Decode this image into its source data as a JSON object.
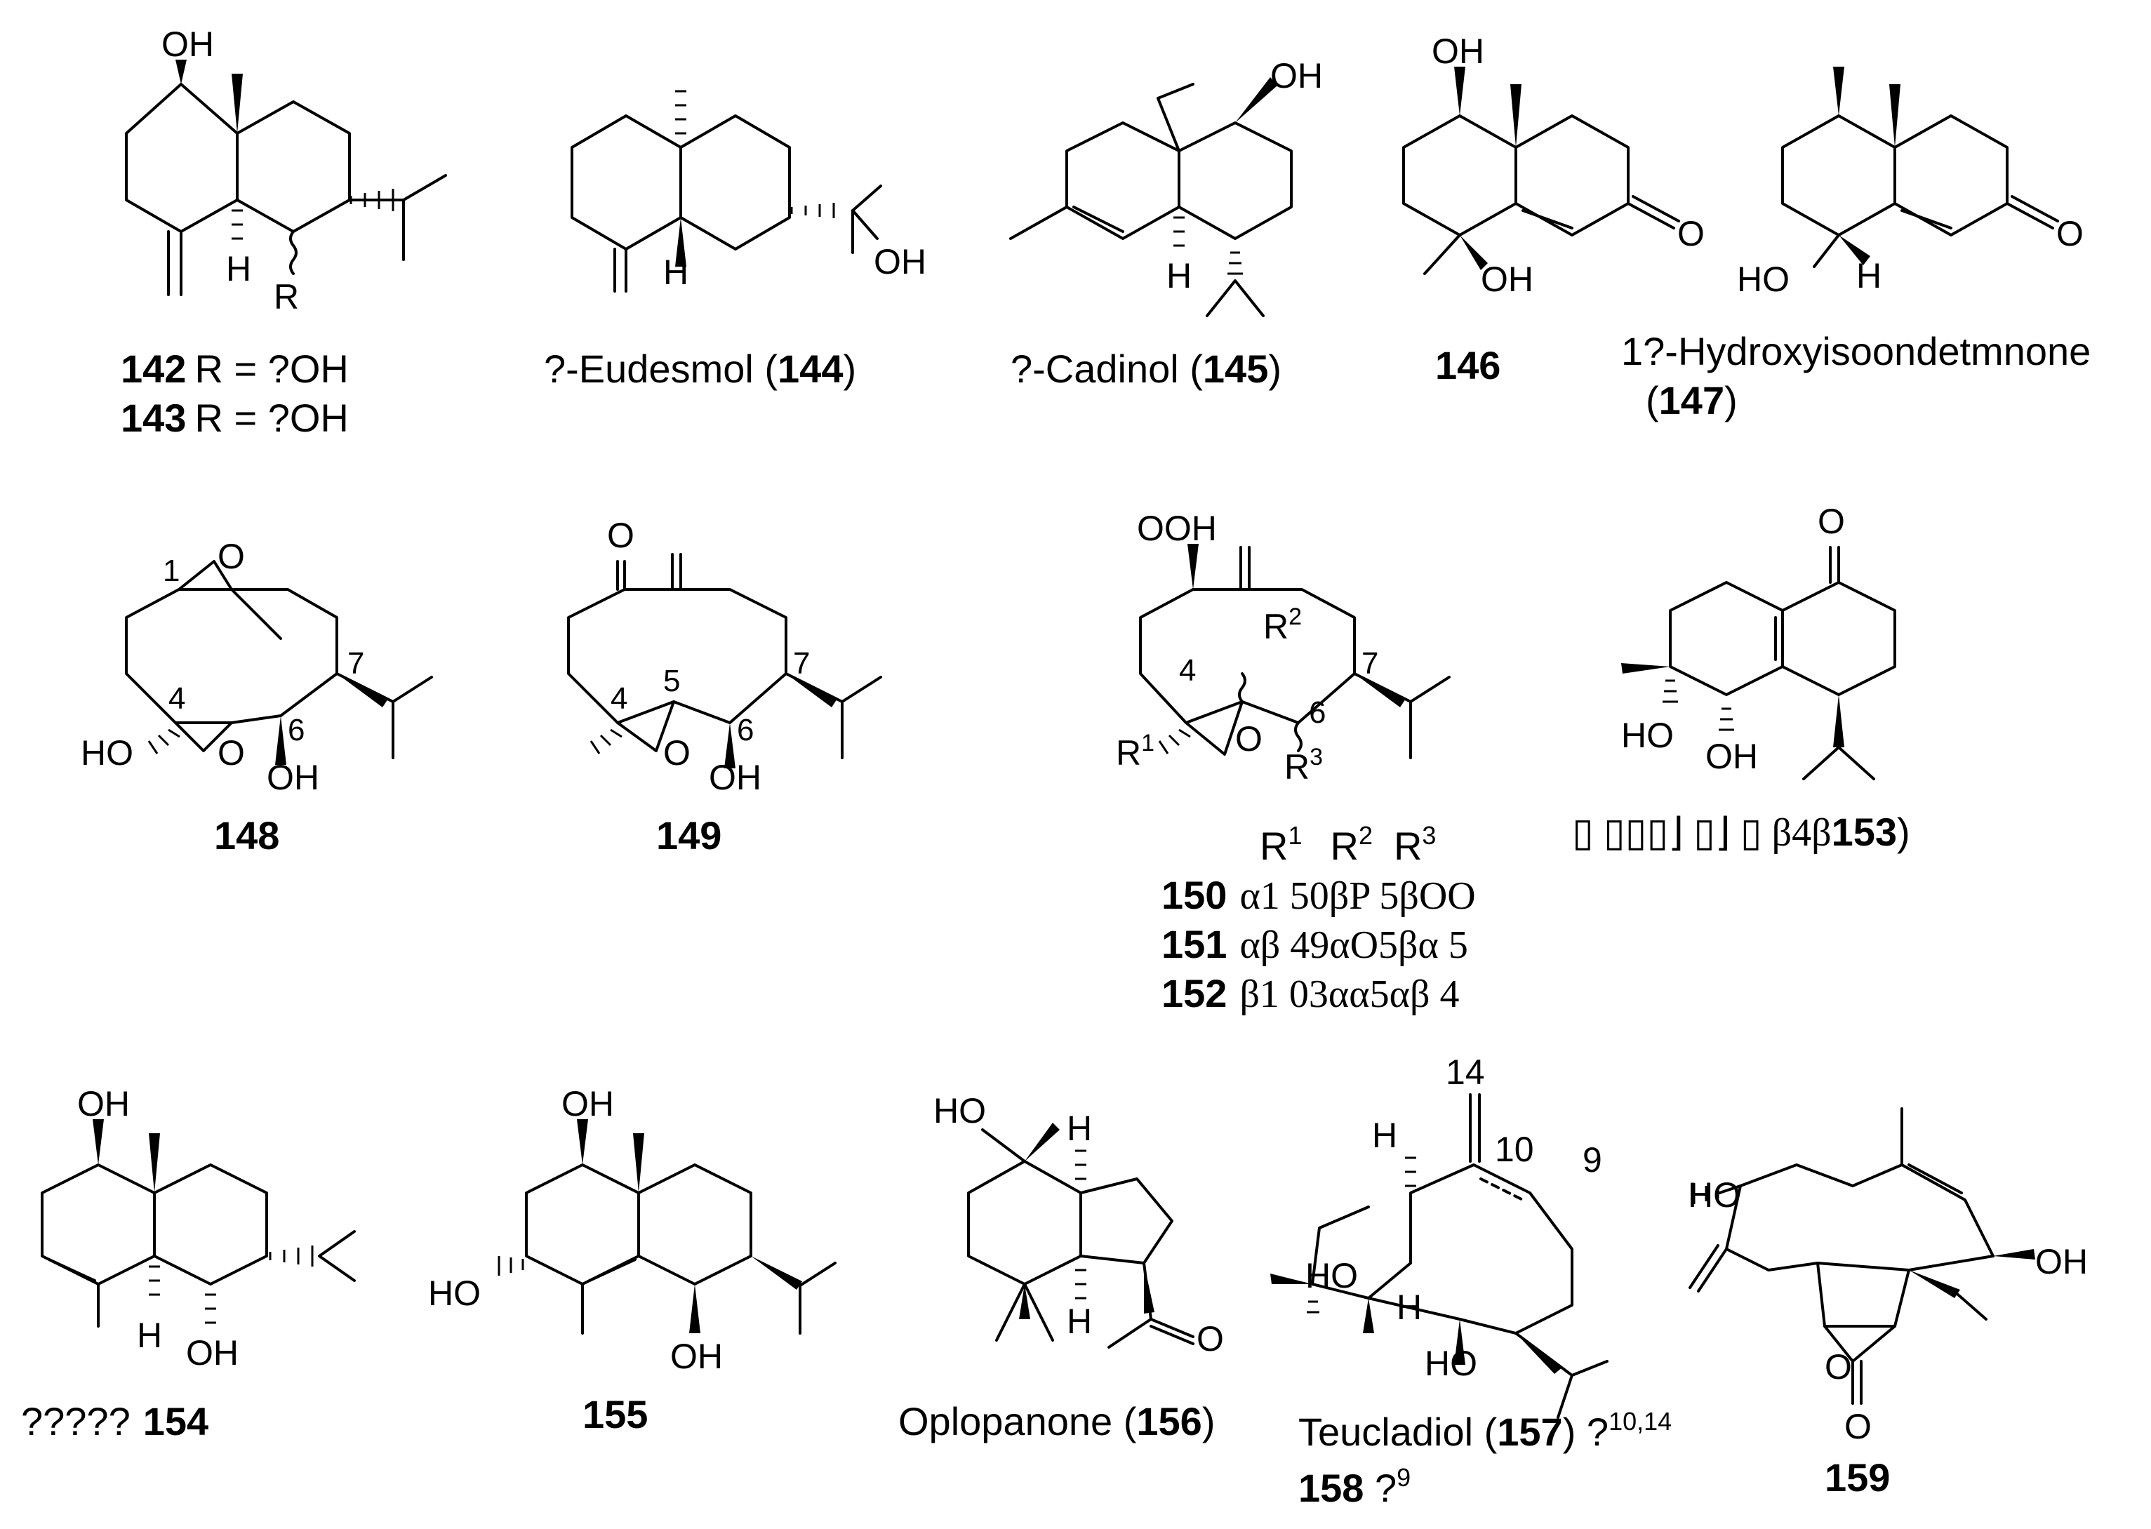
{
  "compounds": {
    "c142": {
      "number": "142",
      "r": "R = ?OH"
    },
    "c143": {
      "number": "143",
      "r": "R = ?OH"
    },
    "c144": {
      "name": "?-Eudesmol (",
      "number": "144",
      "close": ")"
    },
    "c145": {
      "name": "?-Cadinol (",
      "number": "145",
      "close": ")"
    },
    "c146": {
      "number": "146"
    },
    "c147": {
      "name": "1?-Hydroxyisoondetmnone",
      "open": "(",
      "number": "147",
      "close": ")"
    },
    "c148": {
      "number": "148"
    },
    "c149": {
      "number": "149"
    },
    "c150": {
      "number": "150",
      "row": "α1  50βP 5βOO"
    },
    "c151": {
      "number": "151",
      "row": "αβ  49αO5βα 5"
    },
    "c152": {
      "number": "152",
      "row": "β1  03αα5αβ 4"
    },
    "c153": {
      "garbled": "▯ ▯▯▯⌋ ▯⌋    ▯  β4β",
      "number": "153",
      "close": ")"
    },
    "c154": {
      "prefix": "?????",
      "number": "154"
    },
    "c155": {
      "number": "155"
    },
    "c156": {
      "name": "Oplopanone (",
      "number": "156",
      "close": ")"
    },
    "c157": {
      "name": "Teucladiol (",
      "number": "157",
      "close": ") ?",
      "sup": "10,14"
    },
    "c158": {
      "number": "158",
      "mark": " ?",
      "sup": "9"
    },
    "c159": {
      "number": "159"
    }
  },
  "table_header": {
    "r1": "R",
    "r1_sup": "1",
    "r2": "R",
    "r2_sup": "2",
    "r3": "R",
    "r3_sup": "3"
  },
  "atoms": {
    "OH": "OH",
    "HO": "HO",
    "O": "O",
    "OOH": "OOH",
    "H": "H",
    "R": "R",
    "R1": "R",
    "R1_sup": "1",
    "R2": "R",
    "R2_sup": "2",
    "R3": "R",
    "R3_sup": "3",
    "n1": "1",
    "n4": "4",
    "n5": "5",
    "n6": "6",
    "n7": "7",
    "n9": "9",
    "n10": "10",
    "n14": "14"
  }
}
